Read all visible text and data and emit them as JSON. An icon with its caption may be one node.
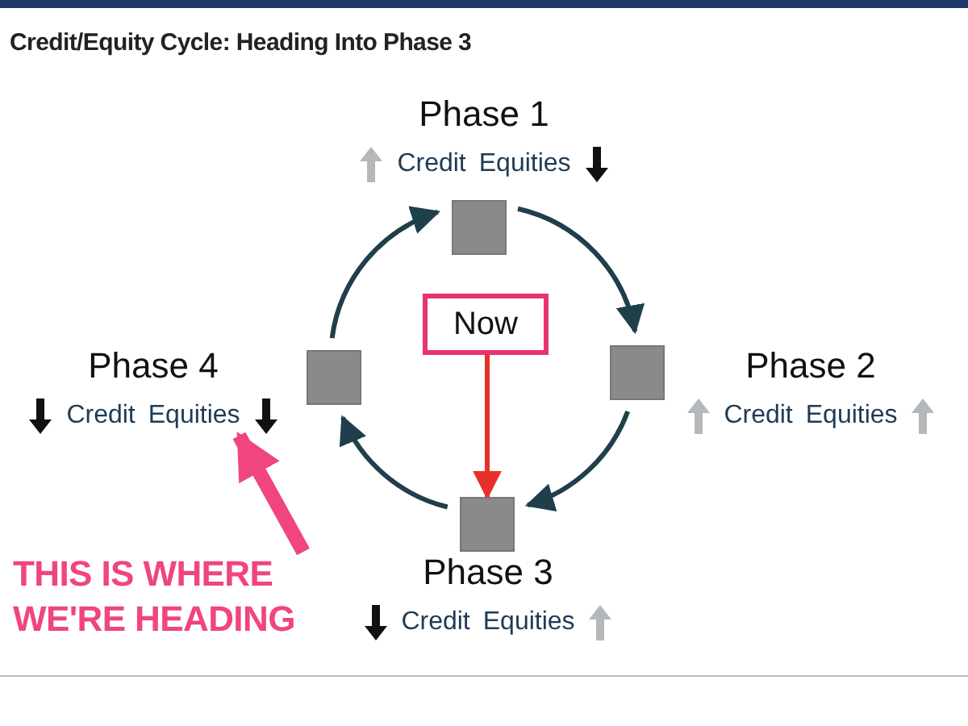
{
  "diagram": {
    "title": "Credit/Equity Cycle: Heading Into Phase 3",
    "nodes": [
      {
        "text": [],
        "shape": "box"
      },
      {
        "text": [],
        "shape": "box"
      },
      {
        "text": [],
        "shape": "box"
      },
      {
        "text": [],
        "shape": "box"
      },
      {
        "text": [
          "Phase 1",
          "Credit",
          "Equities"
        ]
      },
      {
        "text": [
          "Phase 2",
          "Credit",
          "Equities"
        ]
      },
      {
        "text": [
          "Phase 3",
          "Credit",
          "Equities"
        ]
      },
      {
        "text": [
          "Phase 4",
          "Credit",
          "Equities"
        ]
      },
      {
        "text": [
          "Now"
        ]
      },
      {
        "text": [
          "THIS IS WHERE WE'RE HEADING"
        ]
      }
    ],
    "edges": [
      {
        "from": 0,
        "to": 1,
        "arrow": "to"
      },
      {
        "from": 1,
        "to": 3,
        "arrow": "to"
      },
      {
        "from": 3,
        "to": 2,
        "arrow": "to"
      },
      {
        "from": 2,
        "to": 0,
        "arrow": "to"
      },
      {
        "from": 8,
        "to": 3,
        "arrow": "to",
        "color": "#e8302a"
      },
      {
        "from": 9,
        "to": 7,
        "arrow": "to",
        "style": "thick",
        "color": "#f0457f"
      }
    ]
  }
}
